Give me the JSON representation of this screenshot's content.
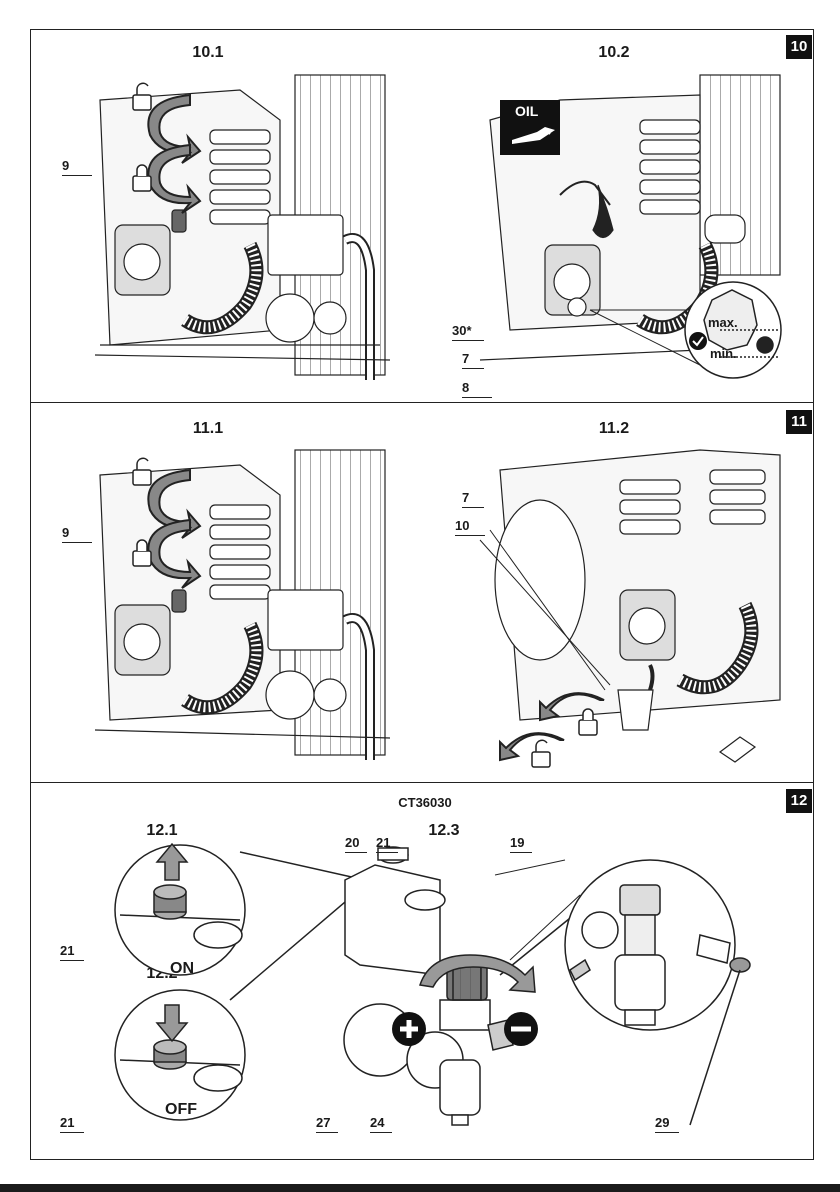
{
  "sections": {
    "s10": {
      "badge": "10",
      "fig_a": "10.1",
      "fig_b": "10.2"
    },
    "s11": {
      "badge": "11",
      "fig_a": "11.1",
      "fig_b": "11.2"
    },
    "s12": {
      "badge": "12",
      "model": "CT36030",
      "fig_a": "12.1",
      "fig_b": "12.2",
      "fig_c": "12.3"
    }
  },
  "labels": {
    "oil": "OIL",
    "max": "max.",
    "min": "min.",
    "on": "ON",
    "off": "OFF"
  },
  "callouts": {
    "c10_9": "9",
    "c10_30": "30*",
    "c10_7": "7",
    "c10_8": "8",
    "c11_9": "9",
    "c11_7": "7",
    "c11_10": "10",
    "c12_20": "20",
    "c12_21_top": "21",
    "c12_19": "19",
    "c12_21_on": "21",
    "c12_21_off": "21",
    "c12_27": "27",
    "c12_24": "24",
    "c12_29": "29"
  },
  "icons": [
    "unlock-icon",
    "lock-icon",
    "oil-can-icon",
    "checkmark-icon",
    "plus-icon",
    "minus-icon",
    "arrow-up-icon",
    "arrow-down-icon",
    "rotate-arrow-icon"
  ]
}
